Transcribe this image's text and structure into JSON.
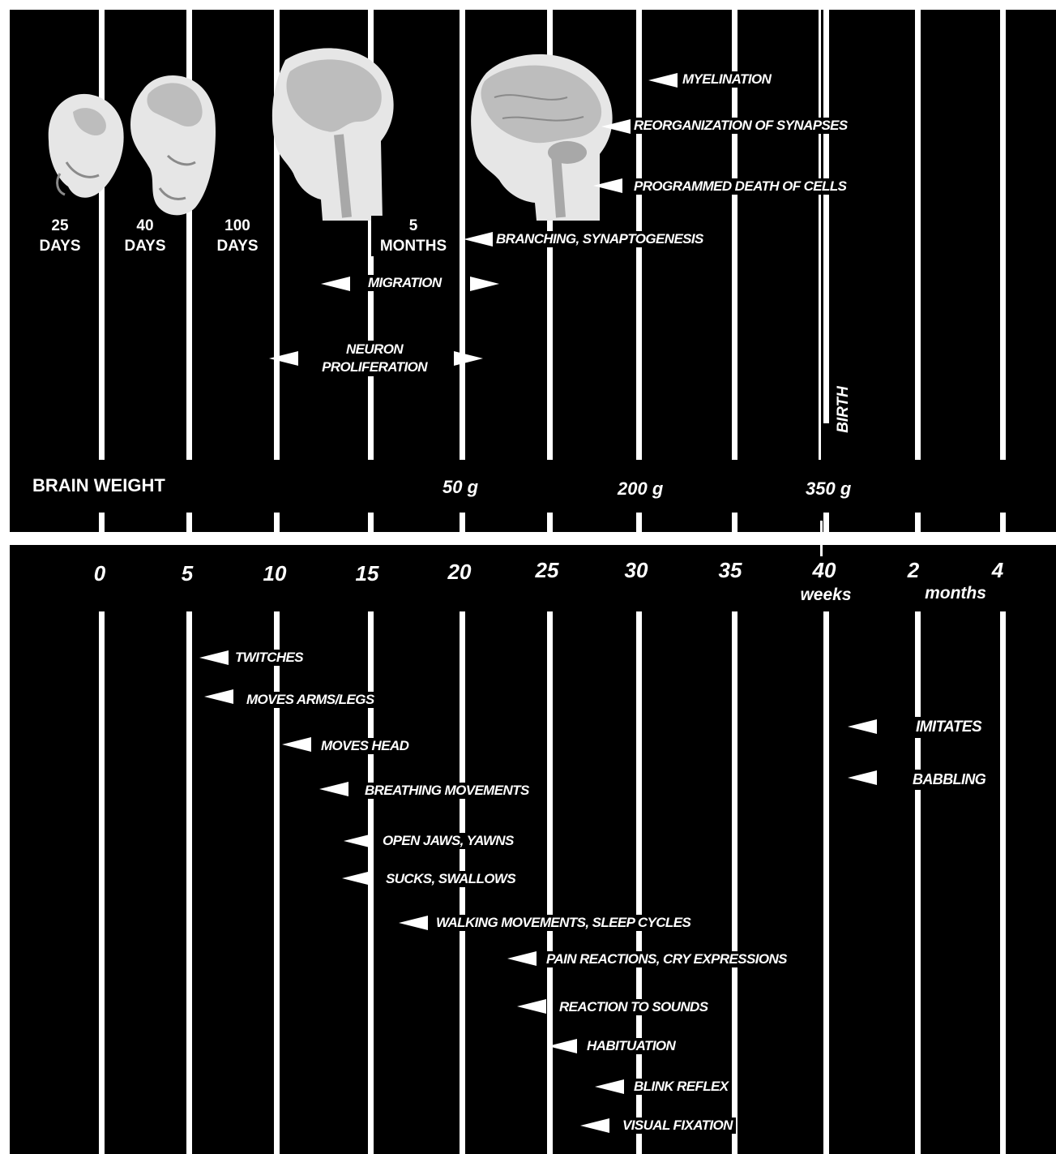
{
  "ticks": [
    "0",
    "5",
    "10",
    "15",
    "20",
    "25",
    "30",
    "35",
    "40",
    "2",
    "4"
  ],
  "tick_units": {
    "weeks": "weeks",
    "months": "months"
  },
  "birth_label": "BIRTH",
  "brain_weight": {
    "label": "BRAIN WEIGHT",
    "v1": "50 g",
    "v2": "200 g",
    "v3": "350 g"
  },
  "milestones": [
    {
      "num": "25",
      "unit": "DAYS"
    },
    {
      "num": "40",
      "unit": "DAYS"
    },
    {
      "num": "100",
      "unit": "DAYS"
    },
    {
      "num": "5",
      "unit": "MONTHS"
    }
  ],
  "brain_events": {
    "myelination": "MYELINATION",
    "reorganization": "REORGANIZATION OF SYNAPSES",
    "death": "PROGRAMMED DEATH OF CELLS",
    "branching": "BRANCHING, SYNAPTOGENESIS",
    "migration": "MIGRATION",
    "proliferation_1": "NEURON",
    "proliferation_2": "PROLIFERATION"
  },
  "behaviors": {
    "twitches": "TWITCHES",
    "moves_arms": "MOVES ARMS/LEGS",
    "moves_head": "MOVES HEAD",
    "breathing": "BREATHING MOVEMENTS",
    "jaws": "OPEN JAWS, YAWNS",
    "sucks": "SUCKS, SWALLOWS",
    "walking": "WALKING MOVEMENTS, SLEEP CYCLES",
    "pain": "PAIN REACTIONS, CRY EXPRESSIONS",
    "sounds": "REACTION TO SOUNDS",
    "habituation": "HABITUATION",
    "blink": "BLINK REFLEX",
    "visual": "VISUAL FIXATION",
    "imitates": "IMITATES",
    "babbling": "BABBLING"
  },
  "colors": {
    "background": "#000000",
    "foreground": "#ffffff",
    "illustration": "#e6e6e6",
    "illustration_shade": "#bdbdbd"
  },
  "icons": [
    "embryo-25-days-icon",
    "embryo-40-days-icon",
    "fetal-head-100-days-icon",
    "fetal-head-5-months-icon",
    "triangle-arrow-icon"
  ]
}
